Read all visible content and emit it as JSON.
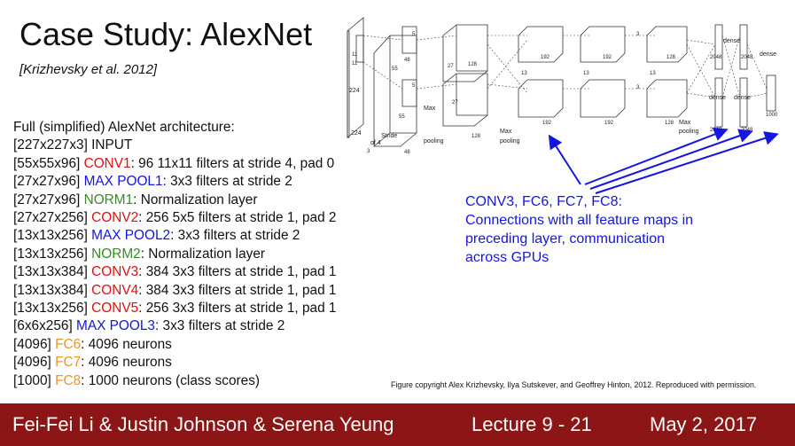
{
  "slide": {
    "title": "Case Study: AlexNet",
    "citation": "[Krizhevsky et al. 2012]"
  },
  "architecture": {
    "heading": "Full (simplified) AlexNet architecture:",
    "lines": [
      {
        "pre": "[227x227x3] INPUT",
        "layer": "",
        "color": "",
        "desc": ""
      },
      {
        "pre": "[55x55x96] ",
        "layer": "CONV1",
        "color": "#e01010",
        "desc": ": 96 11x11 filters at stride 4, pad 0"
      },
      {
        "pre": "[27x27x96] ",
        "layer": "MAX POOL1",
        "color": "#1515e0",
        "desc": ": 3x3 filters at stride 2"
      },
      {
        "pre": "[27x27x96] ",
        "layer": "NORM1",
        "color": "#3a8a2a",
        "desc": ": Normalization layer"
      },
      {
        "pre": "[27x27x256] ",
        "layer": "CONV2",
        "color": "#e01010",
        "desc": ": 256 5x5 filters at stride 1, pad 2"
      },
      {
        "pre": "[13x13x256] ",
        "layer": "MAX POOL2",
        "color": "#1515e0",
        "desc": ": 3x3 filters at stride 2"
      },
      {
        "pre": "[13x13x256] ",
        "layer": "NORM2",
        "color": "#3a8a2a",
        "desc": ": Normalization layer"
      },
      {
        "pre": "[13x13x384] ",
        "layer": "CONV3",
        "color": "#e01010",
        "desc": ": 384 3x3 filters at stride 1, pad 1"
      },
      {
        "pre": "[13x13x384] ",
        "layer": "CONV4",
        "color": "#e01010",
        "desc": ": 384 3x3 filters at stride 1, pad 1"
      },
      {
        "pre": "[13x13x256] ",
        "layer": "CONV5",
        "color": "#e01010",
        "desc": ": 256 3x3 filters at stride 1, pad 1"
      },
      {
        "pre": "[6x6x256] ",
        "layer": "MAX POOL3",
        "color": "#1515e0",
        "desc": ": 3x3 filters at stride 2"
      },
      {
        "pre": "[4096] ",
        "layer": "FC6",
        "color": "#e8962a",
        "desc": ": 4096 neurons"
      },
      {
        "pre": "[4096] ",
        "layer": "FC7",
        "color": "#e8962a",
        "desc": ": 4096 neurons"
      },
      {
        "pre": "[1000] ",
        "layer": "FC8",
        "color": "#e8962a",
        "desc": ": 1000 neurons (class scores)"
      }
    ]
  },
  "callout": {
    "lines": [
      "CONV3, FC6, FC7, FC8:",
      "Connections with all feature maps in",
      "preceding layer, communication",
      "across GPUs"
    ],
    "color": "#1515e0"
  },
  "diagram_labels": {
    "n224a": "224",
    "n224b": "224",
    "n11a": "11",
    "n11b": "11",
    "n3": "3",
    "stride": "Stride",
    "of4": "of 4",
    "n55a": "55",
    "n55b": "55",
    "n48a": "48",
    "n48b": "48",
    "n5a": "5",
    "n5b": "5",
    "n27a": "27",
    "n27b": "27",
    "n128a": "128",
    "n128b": "128",
    "n192a": "192",
    "n192b": "192",
    "n192c": "192",
    "n192d": "192",
    "n13a": "13",
    "n13b": "13",
    "n13c": "13",
    "n128c": "128",
    "n128d": "128",
    "n3a": "3",
    "n3b": "3",
    "n2048a": "2048",
    "n2048b": "2048",
    "n2048c": "2048",
    "n2048d": "2048",
    "dense1": "dense",
    "dense2": "dense",
    "dense3": "dense",
    "dense4": "dense",
    "n1000": "1000",
    "maxpool": "Max",
    "pooling": "pooling"
  },
  "figure_copyright": "Figure copyright Alex Krizhevsky, Ilya Sutskever, and Geoffrey Hinton, 2012. Reproduced with permission.",
  "footer": {
    "authors": "Fei-Fei Li & Justin Johnson & Serena Yeung",
    "lecture": "Lecture 9 - 21",
    "date": "May 2, 2017",
    "background": "#8c1515"
  }
}
